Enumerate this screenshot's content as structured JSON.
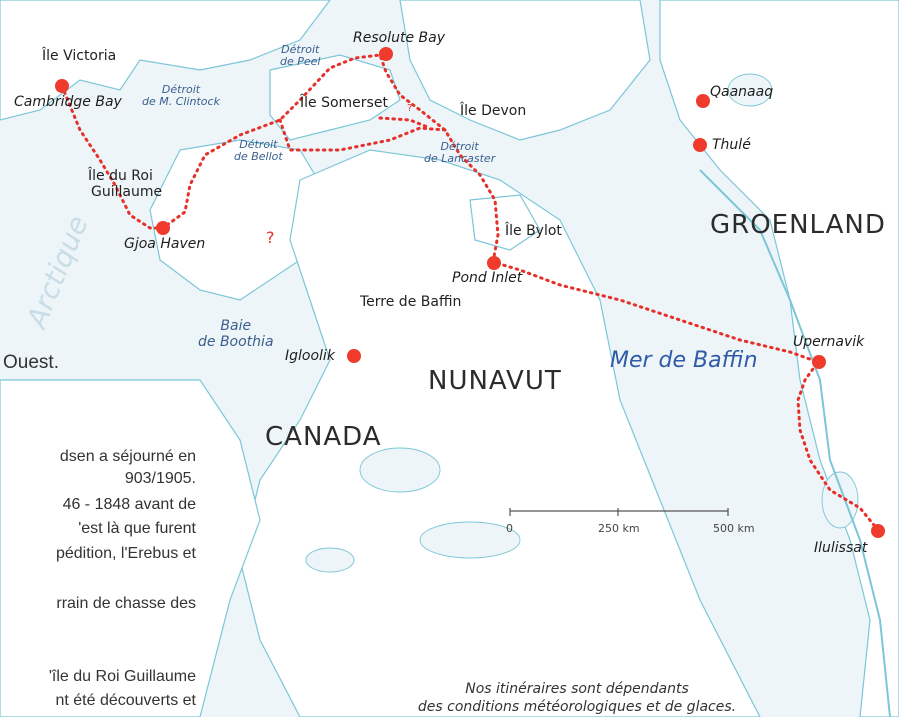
{
  "map": {
    "sea": "Mer de Baffin",
    "regions": {
      "greenland": "GROENLAND",
      "nunavut": "NUNAVUT",
      "canada": "CANADA"
    },
    "bay": {
      "line1": "Baie",
      "line2": "de Boothia"
    },
    "arctic_watermark": "Arctique",
    "islands": {
      "victoria": "Île Victoria",
      "somerset": "Île Somerset",
      "devon": "Île Devon",
      "roi_guillaume_1": "Île du Roi",
      "roi_guillaume_2": "Guillaume",
      "bylot": "Île Bylot",
      "baffin": "Terre de Baffin"
    },
    "straits": {
      "peel": {
        "line1": "Détroit",
        "line2": "de Peel"
      },
      "mclintock": {
        "line1": "Détroit",
        "line2": "de M. Clintock"
      },
      "bellot": {
        "line1": "Détroit",
        "line2": "de Bellot"
      },
      "lancaster": {
        "line1": "Détroit",
        "line2": "de Lancaster"
      }
    },
    "cities": {
      "cambridge": "Cambridge Bay",
      "gjoa": "Gjoa Haven",
      "resolute": "Resolute Bay",
      "pond": "Pond Inlet",
      "igloolik": "Igloolik",
      "qaanaaq": "Qaanaaq",
      "thule": "Thulé",
      "upernavik": "Upernavik",
      "ilulissat": "Ilulissat"
    },
    "unknown_mark": "?",
    "scale": {
      "zero": "0",
      "mid": "250 km",
      "end": "500 km"
    },
    "note": {
      "line1": "Nos itinéraires sont dépendants",
      "line2": "des conditions météorologiques et de glaces."
    },
    "route_color": "#e6302a",
    "dot_color": "#ef3b2c",
    "water_color": "#eef5f8",
    "coast_color": "#7cc6d8"
  },
  "side_text": {
    "ouest": "Ouest.",
    "lines": [
      "dsen a séjourné en",
      "903/1905.",
      "46 - 1848 avant de",
      "'est là que furent",
      "pédition, l'Erebus et",
      "rrain de chasse des",
      "'île du Roi Guillaume",
      "nt été découverts et"
    ]
  }
}
